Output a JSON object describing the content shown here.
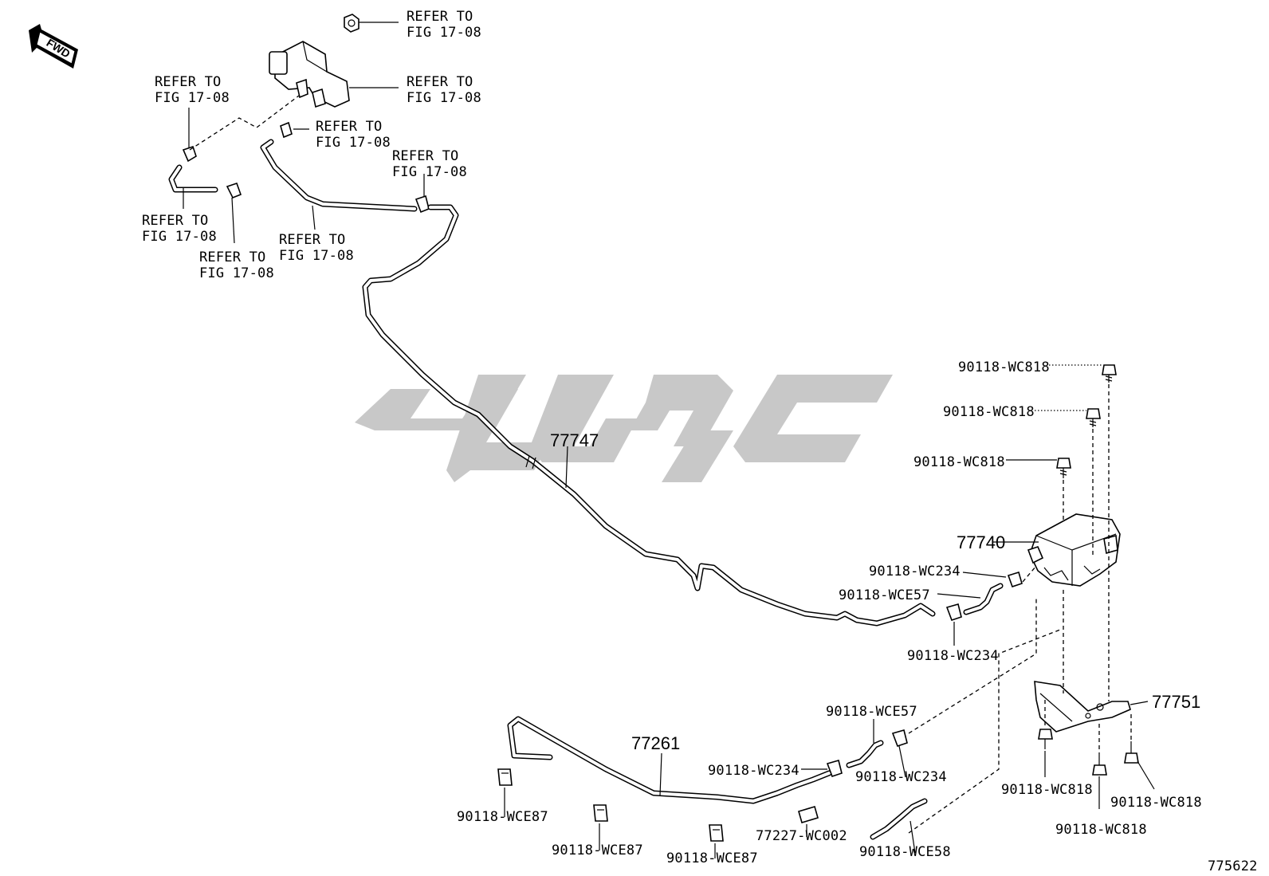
{
  "watermark": {
    "color": "#c8c8c8"
  },
  "direction": {
    "label": "FWD"
  },
  "refer_label_line1": "REFER TO",
  "refer_label_line2": "FIG 17-08",
  "parts": {
    "fuel_tube": "77747",
    "canister": "77740",
    "bracket": "77751",
    "vent_tube": "77261",
    "figure_id": "775622"
  },
  "callouts": {
    "bolt_a": "90118-WC818",
    "bolt_b": "90118-WC818",
    "bolt_c": "90118-WC818",
    "clamp_a": "90118-WC234",
    "hose_a": "90118-WCE57",
    "clamp_b": "90118-WC234",
    "hose_b": "90118-WCE57",
    "clamp_c": "90118-WC234",
    "clamp_d": "90118-WC234",
    "bolt_d": "90118-WC818",
    "bolt_e": "90118-WC818",
    "bolt_f": "90118-WC818",
    "clip_a": "90118-WCE87",
    "clip_b": "90118-WCE87",
    "clip_c": "90118-WCE87",
    "clip_d": "77227-WC002",
    "hose_c": "90118-WCE58"
  }
}
